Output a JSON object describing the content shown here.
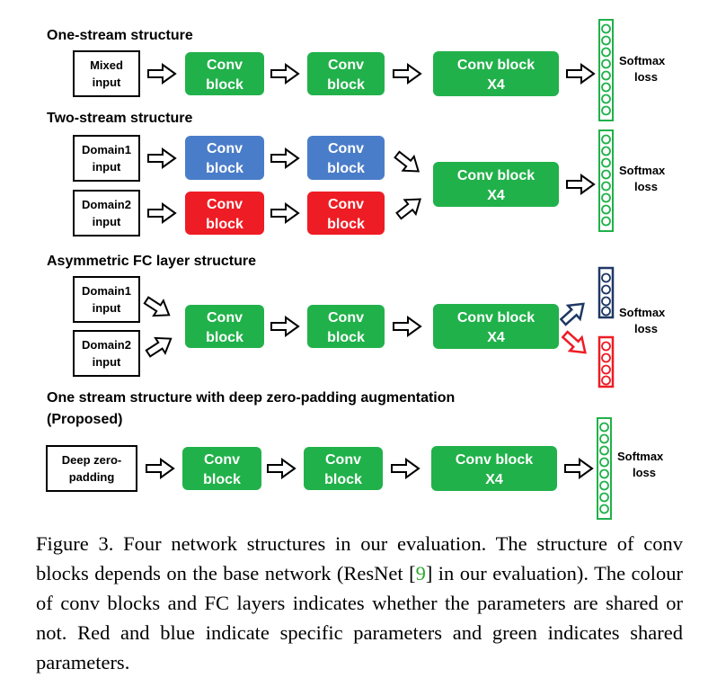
{
  "colors": {
    "green": "#21b14a",
    "blue": "#4a7dc9",
    "red": "#ee1c24",
    "navy": "#1f3864",
    "fc_green": "#21b14a",
    "fc_red": "#ee1c24",
    "fc_navy": "#1f3864"
  },
  "sections": [
    {
      "title": "One-stream structure",
      "inputs": [
        [
          "Mixed",
          "input"
        ]
      ],
      "blocks": [
        [
          "Conv",
          "block"
        ],
        [
          "Conv",
          "block"
        ],
        [
          "Conv block",
          "X4"
        ]
      ],
      "loss": [
        "Softmax",
        "loss"
      ]
    },
    {
      "title": "Two-stream structure",
      "inputs": [
        [
          "Domain1",
          "input"
        ],
        [
          "Domain2",
          "input"
        ]
      ],
      "blocks_stream1": [
        [
          "Conv",
          "block"
        ],
        [
          "Conv",
          "block"
        ]
      ],
      "blocks_stream2": [
        [
          "Conv",
          "block"
        ],
        [
          "Conv",
          "block"
        ]
      ],
      "merged_block": [
        "Conv block",
        "X4"
      ],
      "loss": [
        "Softmax",
        "loss"
      ]
    },
    {
      "title": "Asymmetric FC layer structure",
      "inputs": [
        [
          "Domain1",
          "input"
        ],
        [
          "Domain2",
          "input"
        ]
      ],
      "blocks": [
        [
          "Conv",
          "block"
        ],
        [
          "Conv",
          "block"
        ],
        [
          "Conv block",
          "X4"
        ]
      ],
      "loss": [
        "Softmax",
        "loss"
      ]
    },
    {
      "title_lines": [
        "One stream structure with deep zero-padding augmentation",
        "(Proposed)"
      ],
      "inputs": [
        [
          "Deep zero-",
          "padding"
        ]
      ],
      "blocks": [
        [
          "Conv",
          "block"
        ],
        [
          "Conv",
          "block"
        ],
        [
          "Conv block",
          "X4"
        ]
      ],
      "loss": [
        "Softmax",
        "loss"
      ]
    }
  ],
  "caption": {
    "prefix": "Figure 3. Four network structures in our evaluation. The structure of conv blocks depends on the base network (ResNet [",
    "cite": "9",
    "suffix": "] in our evaluation). The colour of conv blocks and FC layers indicates whether the parameters are shared or not. Red and blue indicate specific parameters and green indicates shared parameters."
  }
}
